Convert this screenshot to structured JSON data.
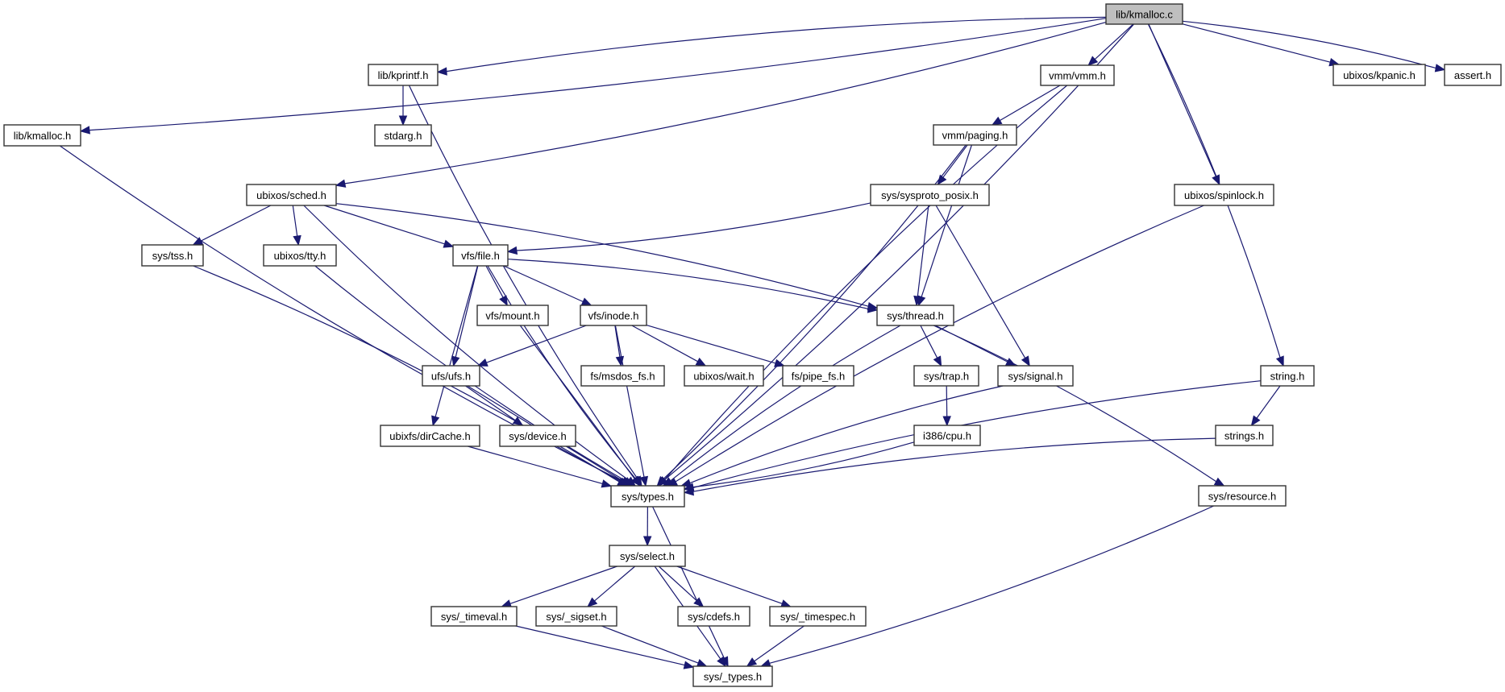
{
  "graph": {
    "title": "lib/kmalloc.c include dependency graph",
    "root": "lib/kmalloc.c",
    "colors": {
      "edge": "#191970",
      "root_fill": "#bfbfbf",
      "node_fill": "#ffffff",
      "node_border": "#333333"
    },
    "nodes": [
      {
        "id": "kmalloc_c",
        "label": "lib/kmalloc.c",
        "root": true
      },
      {
        "id": "kmalloc_h",
        "label": "lib/kmalloc.h"
      },
      {
        "id": "kprintf_h",
        "label": "lib/kprintf.h"
      },
      {
        "id": "stdarg_h",
        "label": "stdarg.h"
      },
      {
        "id": "vmm_h",
        "label": "vmm/vmm.h"
      },
      {
        "id": "paging_h",
        "label": "vmm/paging.h"
      },
      {
        "id": "kpanic_h",
        "label": "ubixos/kpanic.h"
      },
      {
        "id": "assert_h",
        "label": "assert.h"
      },
      {
        "id": "sched_h",
        "label": "ubixos/sched.h"
      },
      {
        "id": "sysproto_h",
        "label": "sys/sysproto_posix.h"
      },
      {
        "id": "spinlock_h",
        "label": "ubixos/spinlock.h"
      },
      {
        "id": "tss_h",
        "label": "sys/tss.h"
      },
      {
        "id": "tty_h",
        "label": "ubixos/tty.h"
      },
      {
        "id": "file_h",
        "label": "vfs/file.h"
      },
      {
        "id": "mount_h",
        "label": "vfs/mount.h"
      },
      {
        "id": "inode_h",
        "label": "vfs/inode.h"
      },
      {
        "id": "thread_h",
        "label": "sys/thread.h"
      },
      {
        "id": "ufs_h",
        "label": "ufs/ufs.h"
      },
      {
        "id": "msdos_h",
        "label": "fs/msdos_fs.h"
      },
      {
        "id": "wait_h",
        "label": "ubixos/wait.h"
      },
      {
        "id": "pipe_h",
        "label": "fs/pipe_fs.h"
      },
      {
        "id": "trap_h",
        "label": "sys/trap.h"
      },
      {
        "id": "signal_h",
        "label": "sys/signal.h"
      },
      {
        "id": "string_h",
        "label": "string.h"
      },
      {
        "id": "dircache_h",
        "label": "ubixfs/dirCache.h"
      },
      {
        "id": "device_h",
        "label": "sys/device.h"
      },
      {
        "id": "cpu_h",
        "label": "i386/cpu.h"
      },
      {
        "id": "strings_h",
        "label": "strings.h"
      },
      {
        "id": "types_h",
        "label": "sys/types.h"
      },
      {
        "id": "resource_h",
        "label": "sys/resource.h"
      },
      {
        "id": "select_h",
        "label": "sys/select.h"
      },
      {
        "id": "timeval_h",
        "label": "sys/_timeval.h"
      },
      {
        "id": "sigset_h",
        "label": "sys/_sigset.h"
      },
      {
        "id": "cdefs_h",
        "label": "sys/cdefs.h"
      },
      {
        "id": "timespec_h",
        "label": "sys/_timespec.h"
      },
      {
        "id": "_types_h",
        "label": "sys/_types.h"
      }
    ],
    "edges": [
      [
        "kmalloc_c",
        "kmalloc_h"
      ],
      [
        "kmalloc_c",
        "kprintf_h"
      ],
      [
        "kmalloc_c",
        "sched_h"
      ],
      [
        "kmalloc_c",
        "vmm_h"
      ],
      [
        "kmalloc_c",
        "types_h"
      ],
      [
        "kmalloc_c",
        "spinlock_h"
      ],
      [
        "kmalloc_c",
        "string_h"
      ],
      [
        "kmalloc_c",
        "kpanic_h"
      ],
      [
        "kmalloc_c",
        "assert_h"
      ],
      [
        "kmalloc_h",
        "types_h"
      ],
      [
        "kprintf_h",
        "stdarg_h"
      ],
      [
        "kprintf_h",
        "types_h"
      ],
      [
        "vmm_h",
        "paging_h"
      ],
      [
        "vmm_h",
        "types_h"
      ],
      [
        "paging_h",
        "sysproto_h"
      ],
      [
        "paging_h",
        "thread_h"
      ],
      [
        "paging_h",
        "types_h"
      ],
      [
        "sched_h",
        "tss_h"
      ],
      [
        "sched_h",
        "tty_h"
      ],
      [
        "sched_h",
        "file_h"
      ],
      [
        "sched_h",
        "thread_h"
      ],
      [
        "sched_h",
        "types_h"
      ],
      [
        "sysproto_h",
        "file_h"
      ],
      [
        "sysproto_h",
        "thread_h"
      ],
      [
        "sysproto_h",
        "signal_h"
      ],
      [
        "spinlock_h",
        "types_h"
      ],
      [
        "tss_h",
        "types_h"
      ],
      [
        "tty_h",
        "types_h"
      ],
      [
        "file_h",
        "mount_h"
      ],
      [
        "file_h",
        "inode_h"
      ],
      [
        "file_h",
        "thread_h"
      ],
      [
        "file_h",
        "ufs_h"
      ],
      [
        "file_h",
        "dircache_h"
      ],
      [
        "file_h",
        "types_h"
      ],
      [
        "mount_h",
        "types_h"
      ],
      [
        "inode_h",
        "ufs_h"
      ],
      [
        "inode_h",
        "msdos_h"
      ],
      [
        "inode_h",
        "wait_h"
      ],
      [
        "inode_h",
        "pipe_h"
      ],
      [
        "inode_h",
        "types_h"
      ],
      [
        "thread_h",
        "trap_h"
      ],
      [
        "thread_h",
        "signal_h"
      ],
      [
        "thread_h",
        "resource_h"
      ],
      [
        "thread_h",
        "types_h"
      ],
      [
        "ufs_h",
        "device_h"
      ],
      [
        "ufs_h",
        "types_h"
      ],
      [
        "trap_h",
        "cpu_h"
      ],
      [
        "signal_h",
        "types_h"
      ],
      [
        "string_h",
        "strings_h"
      ],
      [
        "string_h",
        "types_h"
      ],
      [
        "dircache_h",
        "types_h"
      ],
      [
        "device_h",
        "types_h"
      ],
      [
        "cpu_h",
        "types_h"
      ],
      [
        "strings_h",
        "types_h"
      ],
      [
        "types_h",
        "select_h"
      ],
      [
        "types_h",
        "_types_h"
      ],
      [
        "resource_h",
        "_types_h"
      ],
      [
        "select_h",
        "timeval_h"
      ],
      [
        "select_h",
        "sigset_h"
      ],
      [
        "select_h",
        "cdefs_h"
      ],
      [
        "select_h",
        "timespec_h"
      ],
      [
        "select_h",
        "_types_h"
      ],
      [
        "timeval_h",
        "_types_h"
      ],
      [
        "sigset_h",
        "_types_h"
      ],
      [
        "timespec_h",
        "_types_h"
      ]
    ]
  }
}
